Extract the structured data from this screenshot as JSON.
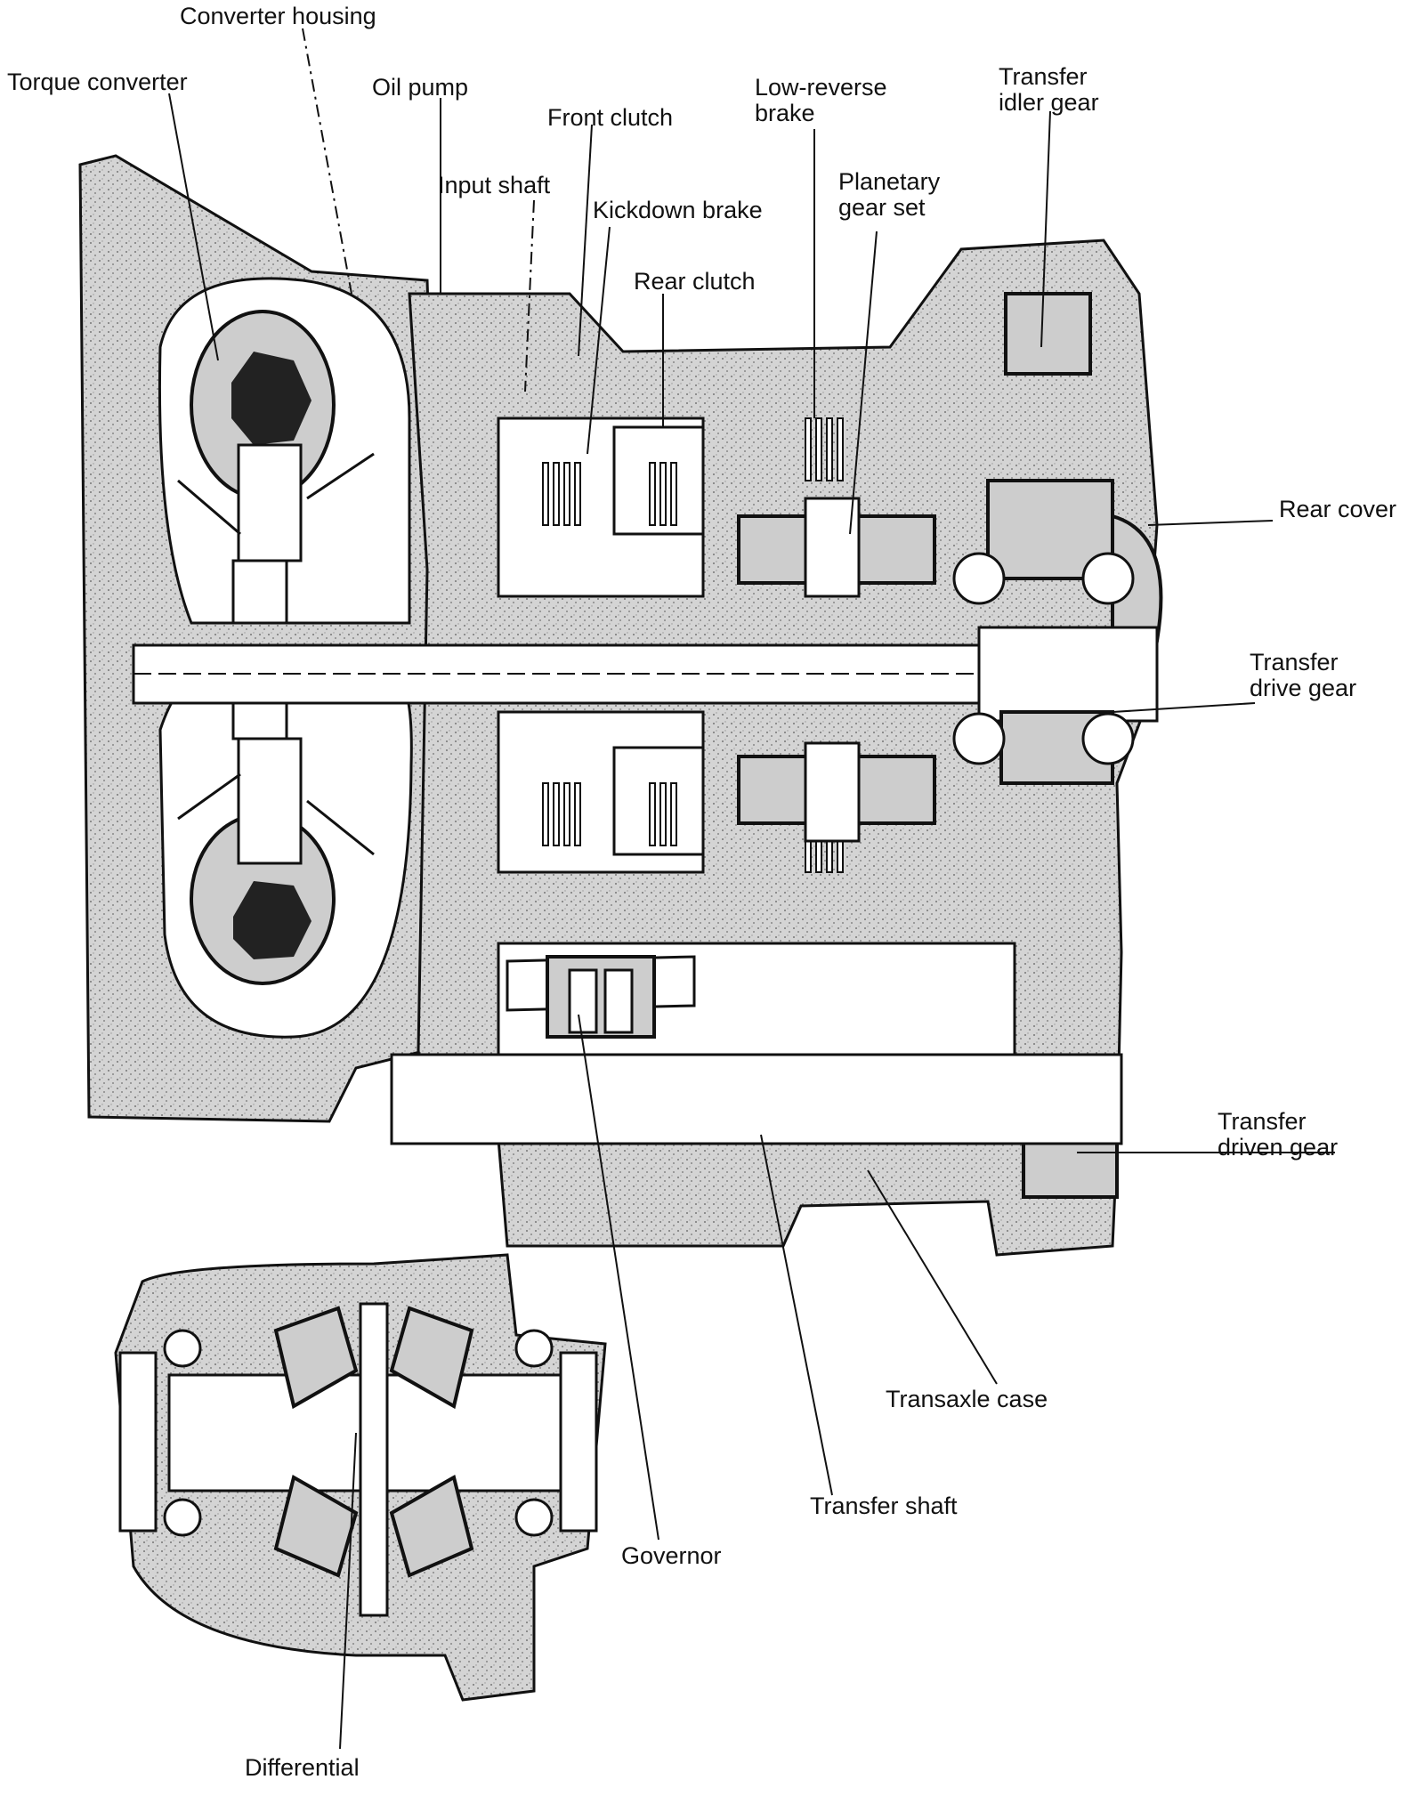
{
  "labels": {
    "converter_housing": "Converter housing",
    "torque_converter": "Torque converter",
    "oil_pump": "Oil pump",
    "front_clutch": "Front clutch",
    "low_reverse_brake_1": "Low-reverse",
    "low_reverse_brake_2": "brake",
    "transfer_idler_gear_1": "Transfer",
    "transfer_idler_gear_2": "idler gear",
    "input_shaft": "Input shaft",
    "planetary_gear_set_1": "Planetary",
    "planetary_gear_set_2": "gear set",
    "kickdown_brake": "Kickdown brake",
    "rear_clutch": "Rear clutch",
    "rear_cover": "Rear cover",
    "transfer_drive_gear_1": "Transfer",
    "transfer_drive_gear_2": "drive gear",
    "transfer_driven_gear_1": "Transfer",
    "transfer_driven_gear_2": "driven gear",
    "transaxle_case": "Transaxle case",
    "transfer_shaft": "Transfer shaft",
    "governor": "Governor",
    "differential": "Differential"
  },
  "colors": {
    "line": "#111111",
    "casting": "#cdcdcd",
    "background": "#ffffff"
  }
}
